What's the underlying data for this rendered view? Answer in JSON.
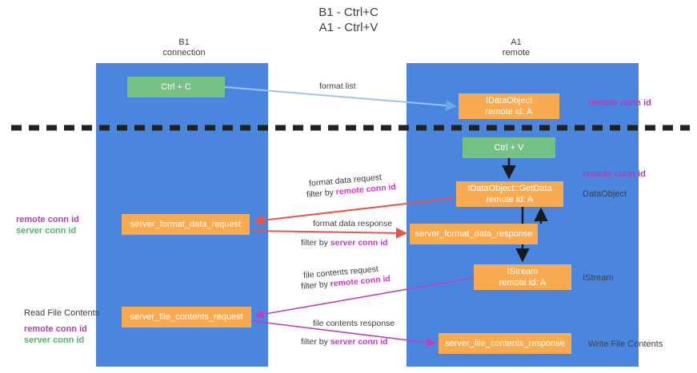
{
  "title": {
    "line1": "B1 - Ctrl+C",
    "line2": "A1 - Ctrl+V",
    "full": "B1 - Ctrl+C\nA1 - Ctrl+V"
  },
  "lanes": [
    {
      "id": "b1",
      "name": "B1",
      "sub": "connection",
      "header": "B1\nconnection",
      "color": "#4a86e0"
    },
    {
      "id": "a1",
      "name": "A1",
      "sub": "remote",
      "header": "A1\nremote",
      "color": "#4a86e0"
    }
  ],
  "nodes": {
    "ctrl_c": "Ctrl + C",
    "idataobject": "IDataObject\nremote id: A",
    "ctrl_v": "Ctrl + V",
    "getdata": "IDataObject::GetData\nremote id: A",
    "server_format_data_request": "server_format_data_request",
    "server_format_data_response": "server_format_data_response",
    "istream": "IStream\nremote id: A",
    "server_file_contents_request": "server_file_contents_request",
    "server_file_contents_response": "server_file_contents_response"
  },
  "edges": {
    "format_list": "format list",
    "format_data_request": "format data request",
    "format_data_request_filter_prefix": "filter by ",
    "format_data_request_filter_key": "remote conn id",
    "format_data_response": "format data response",
    "format_data_response_filter_prefix": "filter by ",
    "format_data_response_filter_key": "server conn id",
    "file_contents_request": "file contents request",
    "file_contents_request_filter_prefix": "filter by ",
    "file_contents_request_filter_key": "remote conn id",
    "file_contents_response": "file contents response",
    "file_contents_response_filter_prefix": "filter by ",
    "file_contents_response_filter_key": "server conn id"
  },
  "annotations": {
    "remote_conn_id_top": "remote conn id",
    "remote_conn_id_mid": "remote conn id",
    "dataobject": "DataObject",
    "istream": "IStream",
    "write_file_contents": "Write File Contents",
    "read_file_contents": "Read File Contents",
    "left_mid_remote": "remote conn id",
    "left_mid_server": "server conn id",
    "left_bot_remote": "remote conn id",
    "left_bot_server": "server conn id"
  },
  "colors": {
    "lane": "#4a86e0",
    "green_node": "#76c285",
    "orange_node": "#fbab4f",
    "remote_conn_id": "#b23fb2",
    "server_conn_id": "#52b36a",
    "divider": "#222222",
    "arrow_blue": "#9fc4ec",
    "arrow_red": "#e8564a",
    "arrow_magenta": "#c13fbf",
    "arrow_black": "#1a1a1a"
  }
}
